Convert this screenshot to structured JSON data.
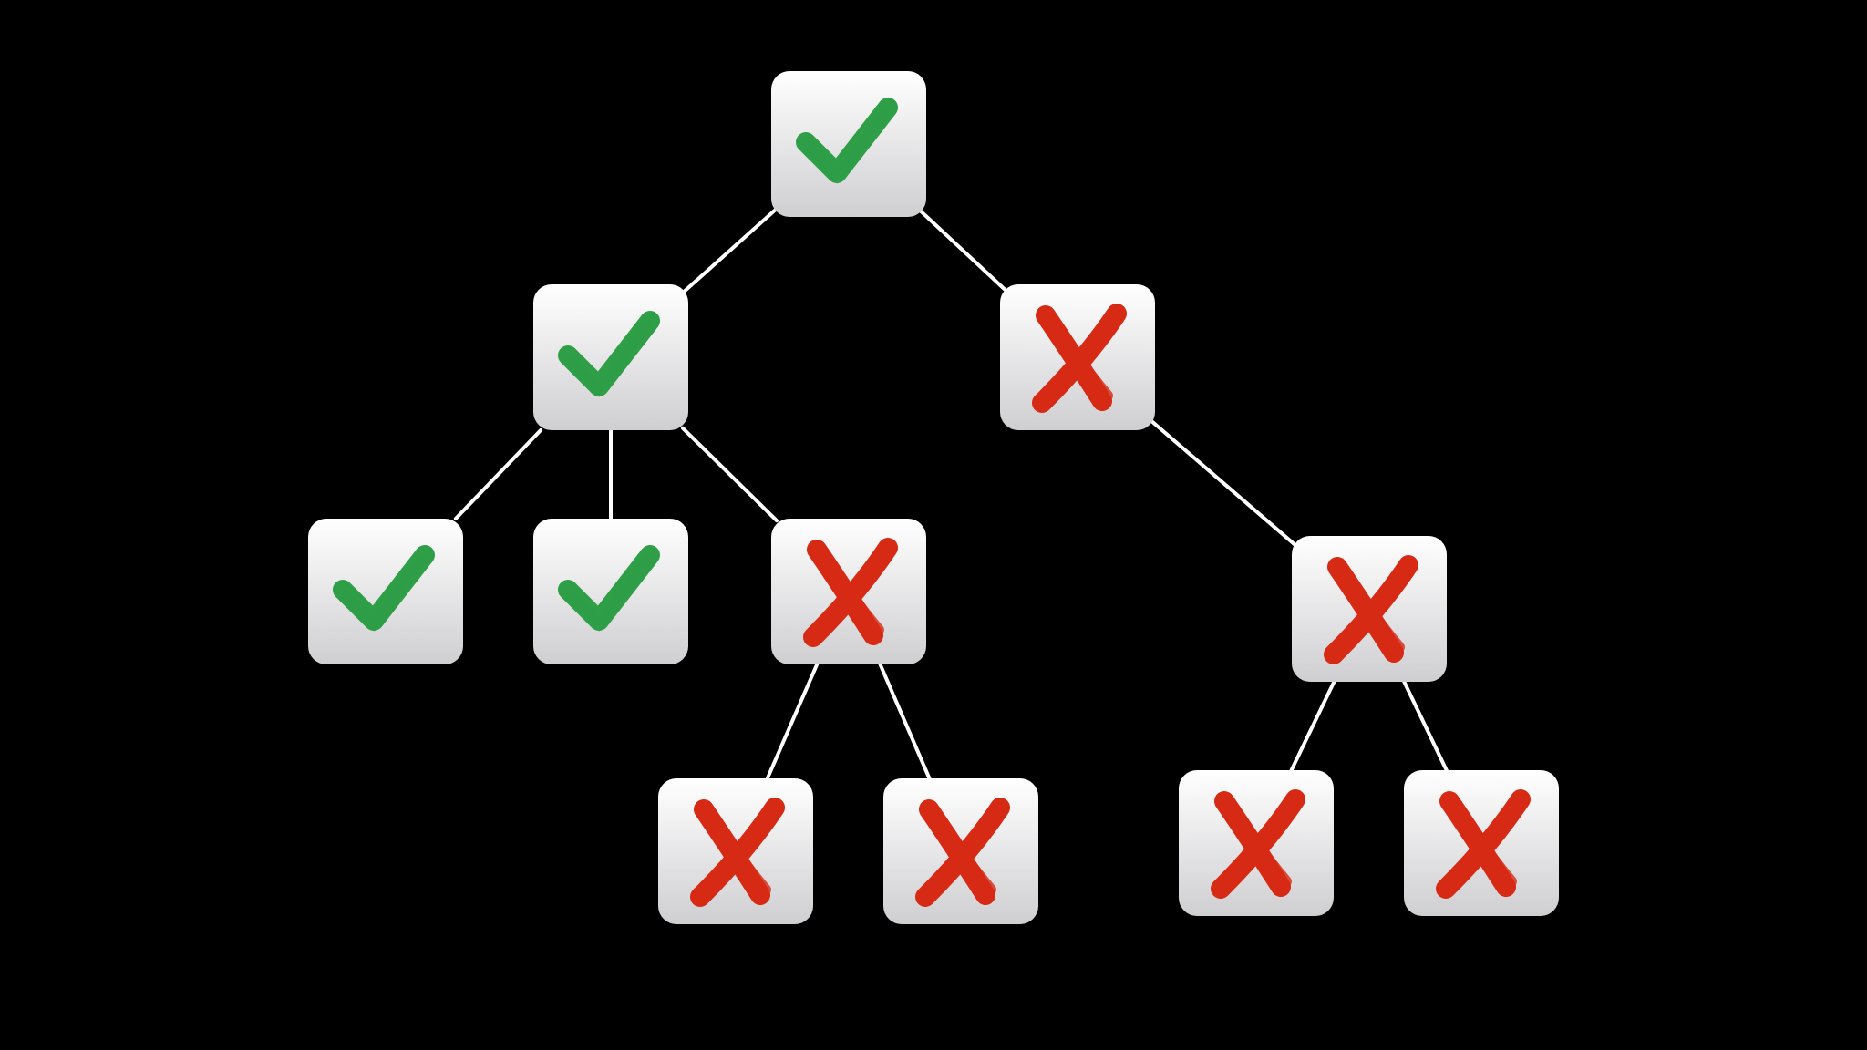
{
  "colors": {
    "background": "#000000",
    "edge": "#ffffff",
    "node_fill_top": "#ffffff",
    "node_fill_bottom": "#cfcfd2",
    "check": "#2e9e47",
    "cross": "#d62a14"
  },
  "icons": {
    "pass": "check-mark-icon",
    "fail": "cross-mark-icon"
  },
  "nodes": [
    {
      "id": "root",
      "status": "pass"
    },
    {
      "id": "left",
      "status": "pass"
    },
    {
      "id": "right",
      "status": "fail"
    },
    {
      "id": "left-a",
      "status": "pass"
    },
    {
      "id": "left-b",
      "status": "pass"
    },
    {
      "id": "left-c",
      "status": "fail"
    },
    {
      "id": "left-c-a",
      "status": "fail"
    },
    {
      "id": "left-c-b",
      "status": "fail"
    },
    {
      "id": "right-a",
      "status": "fail"
    },
    {
      "id": "right-a-a",
      "status": "fail"
    },
    {
      "id": "right-a-b",
      "status": "fail"
    }
  ],
  "edges": [
    [
      "root",
      "left"
    ],
    [
      "root",
      "right"
    ],
    [
      "left",
      "left-a"
    ],
    [
      "left",
      "left-b"
    ],
    [
      "left",
      "left-c"
    ],
    [
      "left-c",
      "left-c-a"
    ],
    [
      "left-c",
      "left-c-b"
    ],
    [
      "right",
      "right-a"
    ],
    [
      "right-a",
      "right-a-a"
    ],
    [
      "right-a",
      "right-a-b"
    ]
  ]
}
